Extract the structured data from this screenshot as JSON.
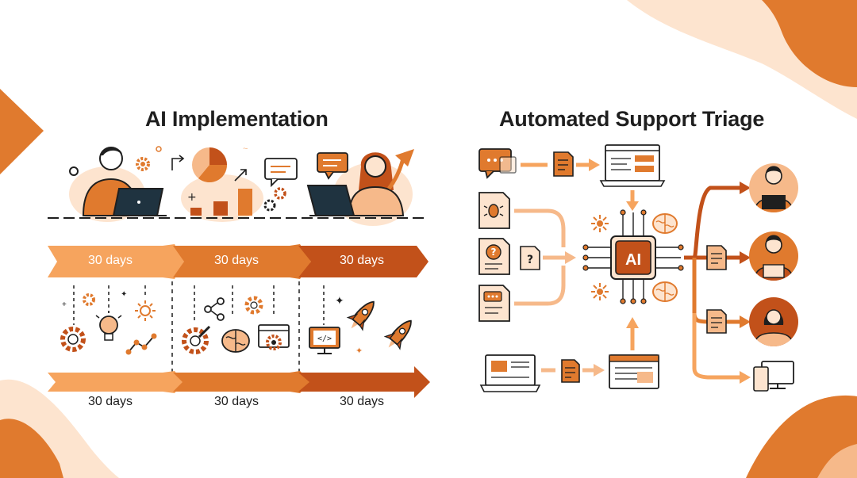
{
  "colors": {
    "accent_dark": "#c2511a",
    "accent": "#e07a2e",
    "accent_light": "#f6b98a",
    "accent_pale": "#fde4cf",
    "ink": "#1f1f1f"
  },
  "left_panel": {
    "title": "AI Implementation",
    "phases": [
      {
        "arrow_label": "30 days",
        "under_label": "30 days"
      },
      {
        "arrow_label": "30 days",
        "under_label": "30 days"
      },
      {
        "arrow_label": "30 days",
        "under_label": "30 days"
      }
    ],
    "icons": [
      "person-laptop-icon",
      "gear-icon",
      "pie-chart-icon",
      "bar-chart-icon",
      "chat-bubble-icon",
      "person-laptop-icon",
      "growth-arrow-icon",
      "lightbulb-icon",
      "sparkle-icon",
      "network-icon",
      "wrench-gear-icon",
      "brain-icon",
      "browser-icon",
      "code-monitor-icon",
      "rocket-icon"
    ]
  },
  "right_panel": {
    "title": "Automated Support Triage",
    "ai_chip_label": "AI",
    "icons": [
      "chat-bubble-icon",
      "document-icon",
      "laptop-icon",
      "bug-report-icon",
      "question-doc-icon",
      "message-doc-icon",
      "brain-icon",
      "ai-chip-icon",
      "agent-avatar-icon",
      "monitor-icon"
    ]
  }
}
